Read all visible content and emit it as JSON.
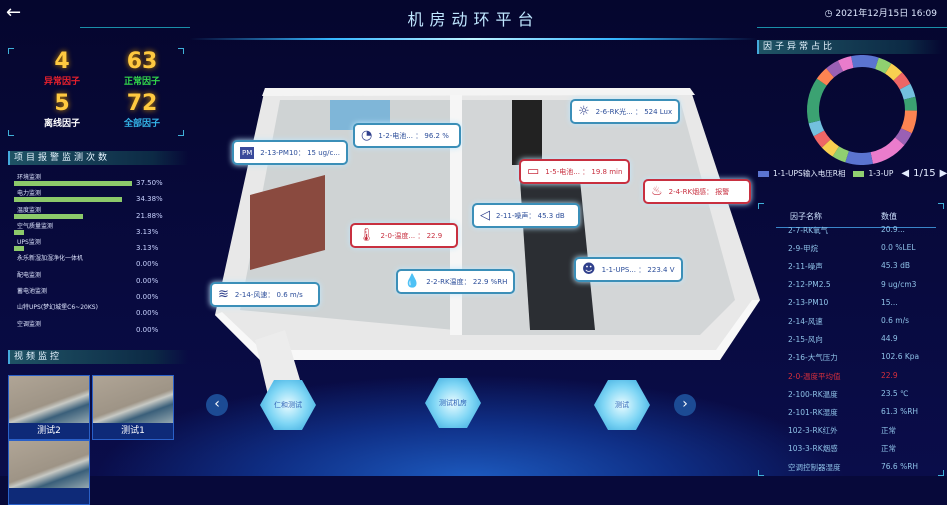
{
  "header": {
    "title": "机房动环平台",
    "datetime": "2021年12月15日 16:09",
    "back_icon": "arrow-left"
  },
  "stats": [
    {
      "value": "4",
      "label": "异常因子",
      "color": "#e8202c"
    },
    {
      "value": "63",
      "label": "正常因子",
      "color": "#32d74a"
    },
    {
      "value": "5",
      "label": "离线因子",
      "color": "#ffffff"
    },
    {
      "value": "72",
      "label": "全部因子",
      "color": "#34b4e8"
    }
  ],
  "alarm_section": {
    "title": "项目报警监测次数",
    "items": [
      {
        "name": "环境监测",
        "percent": 37.5,
        "label": "37.50%"
      },
      {
        "name": "电力监测",
        "percent": 34.38,
        "label": "34.38%"
      },
      {
        "name": "温度监测",
        "percent": 21.88,
        "label": "21.88%"
      },
      {
        "name": "空气质量监测",
        "percent": 3.13,
        "label": "3.13%"
      },
      {
        "name": "UPS监测",
        "percent": 3.13,
        "label": "3.13%"
      },
      {
        "name": "永乐新湿加湿净化一体机",
        "percent": 0,
        "label": "0.00%"
      },
      {
        "name": "配电监测",
        "percent": 0,
        "label": "0.00%"
      },
      {
        "name": "蓄电池监测",
        "percent": 0,
        "label": "0.00%"
      },
      {
        "name": "山特UPS(梦幻城堡C6~20KS)",
        "percent": 0,
        "label": "0.00%"
      },
      {
        "name": "空调监测",
        "percent": 0,
        "label": "0.00%"
      }
    ]
  },
  "video_section": {
    "title": "视频监控",
    "videos": [
      "测试2",
      "测试1",
      ""
    ]
  },
  "room_tags": [
    {
      "text": "2-13-PM10：  15 ug/c...",
      "icon": "PM",
      "alarm": false
    },
    {
      "text": "1-2-电池...  ：  96.2 %",
      "icon": "◔",
      "alarm": false
    },
    {
      "text": "2-0-温度...  ：  22.9",
      "icon": "🌡",
      "alarm": true
    },
    {
      "text": "2-2-RK温度：  22.9 %RH",
      "icon": "💧",
      "alarm": false
    },
    {
      "text": "2-14-风速：  0.6 m/s",
      "icon": "≋",
      "alarm": false
    },
    {
      "text": "2-6-RK光...  ：  524 Lux",
      "icon": "☼",
      "alarm": false
    },
    {
      "text": "1-5-电池...  ：  19.8 min",
      "icon": "▭",
      "alarm": true
    },
    {
      "text": "2-4-RK烟感：  报警",
      "icon": "♨",
      "alarm": true
    },
    {
      "text": "2-11-噪声：  45.3 dB",
      "icon": "◁",
      "alarm": false
    },
    {
      "text": "1-1-UPS...  ：  223.4 V",
      "icon": "☻",
      "alarm": false
    }
  ],
  "rooms_nav": [
    "仁和测试",
    "测试机房",
    "测试"
  ],
  "chart_data": {
    "type": "pie",
    "title": "因子异常占比",
    "donut": true,
    "legend": [
      "1-1-UPS输入电压R相",
      "1-3-UP"
    ],
    "page": "1/15",
    "slices": [
      {
        "value": 6,
        "color": "#5b74d0"
      },
      {
        "value": 3,
        "color": "#90d070"
      },
      {
        "value": 3,
        "color": "#f8d050"
      },
      {
        "value": 3,
        "color": "#ee6666"
      },
      {
        "value": 3,
        "color": "#73c0de"
      },
      {
        "value": 3,
        "color": "#3ba272"
      },
      {
        "value": 5,
        "color": "#fc8452"
      },
      {
        "value": 3,
        "color": "#9a60b4"
      },
      {
        "value": 8,
        "color": "#ea7ccc"
      },
      {
        "value": 6,
        "color": "#5b74d0"
      },
      {
        "value": 3,
        "color": "#90d070"
      },
      {
        "value": 3,
        "color": "#f8d050"
      },
      {
        "value": 3,
        "color": "#ee6666"
      },
      {
        "value": 3,
        "color": "#73c0de"
      },
      {
        "value": 10,
        "color": "#3ba272"
      },
      {
        "value": 3,
        "color": "#fc8452"
      },
      {
        "value": 3,
        "color": "#9a60b4"
      },
      {
        "value": 3,
        "color": "#ea7ccc"
      }
    ]
  },
  "factor_table": {
    "headers": [
      "因子名称",
      "数值"
    ],
    "rows": [
      [
        "2-7-RK氧气",
        "20.9..."
      ],
      [
        "2-9-甲烷",
        "0.0 %LEL"
      ],
      [
        "2-11-噪声",
        "45.3 dB"
      ],
      [
        "2-12-PM2.5",
        "9 ug/cm3"
      ],
      [
        "2-13-PM10",
        "15..."
      ],
      [
        "2-14-风速",
        "0.6 m/s"
      ],
      [
        "2-15-风向",
        "44.9"
      ],
      [
        "2-16-大气压力",
        "102.6 Kpa"
      ],
      [
        "2-0-温度平均值",
        "22.9"
      ],
      [
        "2-100-RK温度",
        "23.5 ℃"
      ],
      [
        "2-101-RK湿度",
        "61.3 %RH"
      ],
      [
        "102-3-RK红外",
        "正常"
      ],
      [
        "103-3-RK烟感",
        "正常"
      ],
      [
        "空调控制器湿度",
        "76.6 %RH"
      ]
    ],
    "alarm_rows": [
      8
    ]
  }
}
